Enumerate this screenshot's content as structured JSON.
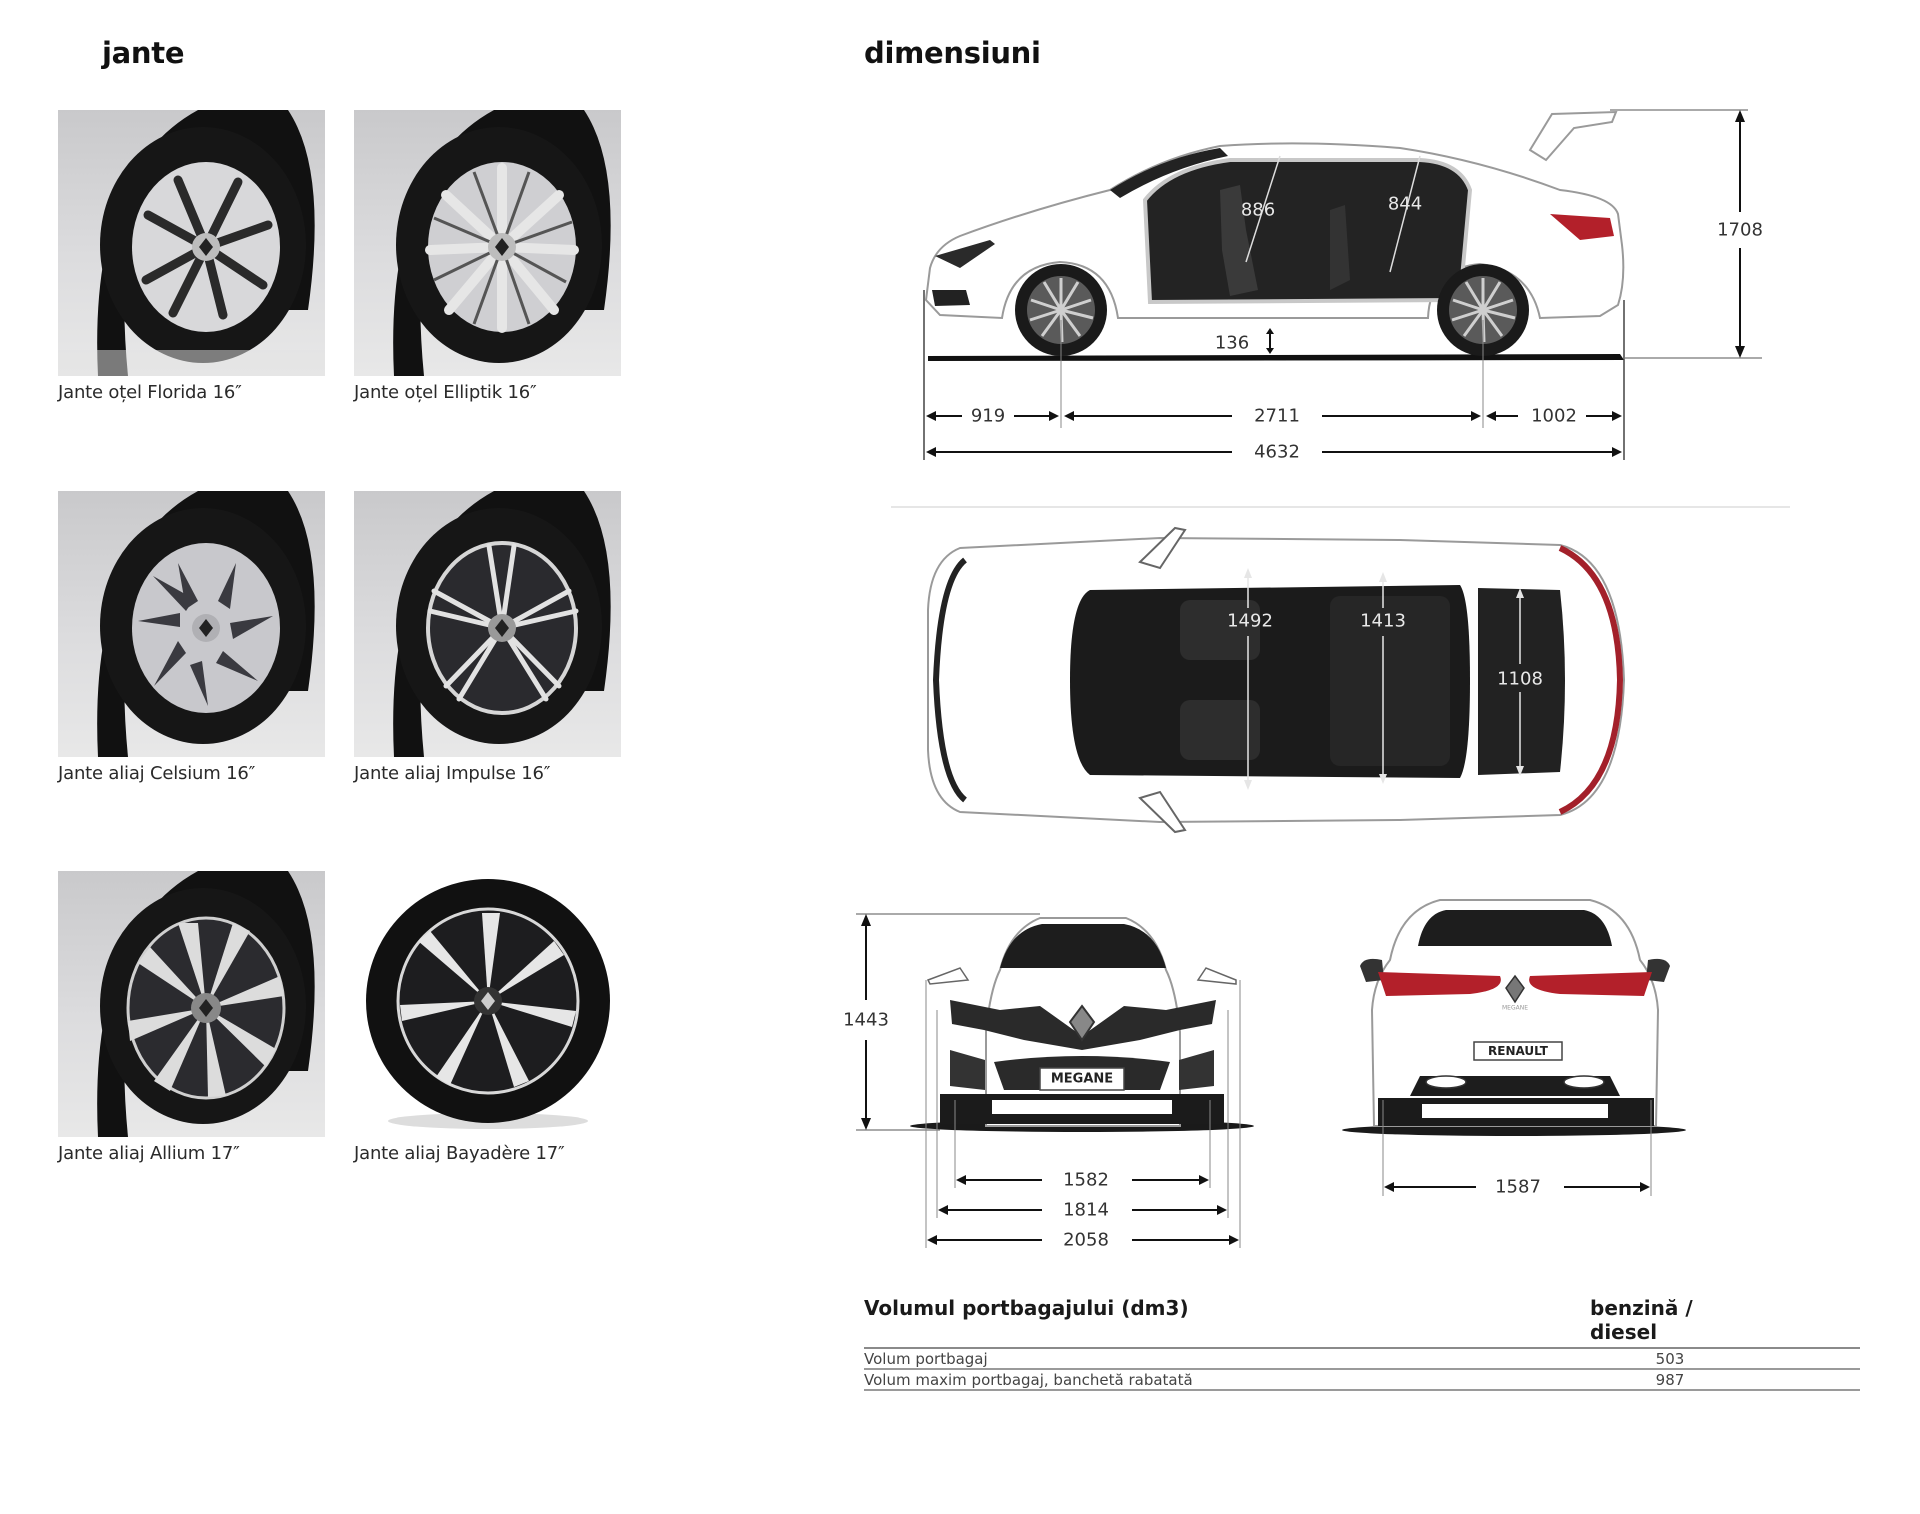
{
  "sections": {
    "wheels_title": "jante",
    "dimensions_title": "dimensiuni"
  },
  "wheels": [
    {
      "caption": "Jante oțel Florida 16″",
      "style": "steel-florida"
    },
    {
      "caption": "Jante oțel Elliptik 16″",
      "style": "steel-elliptik"
    },
    {
      "caption": "Jante aliaj Celsium 16″",
      "style": "alloy-celsium"
    },
    {
      "caption": "Jante aliaj Impulse 16″",
      "style": "alloy-impulse"
    },
    {
      "caption": "Jante aliaj Allium 17″",
      "style": "alloy-allium"
    },
    {
      "caption": "Jante aliaj Bayadère 17″",
      "style": "alloy-bayadere"
    }
  ],
  "dimensions": {
    "side_view": {
      "front_headroom": "886",
      "rear_headroom": "844",
      "ground_clearance": "136",
      "height_tailgate_open": "1708",
      "front_overhang": "919",
      "wheelbase": "2711",
      "rear_overhang": "1002",
      "overall_length": "4632"
    },
    "top_view": {
      "front_elbow_width": "1492",
      "rear_elbow_width": "1413",
      "trunk_width": "1108"
    },
    "front_view": {
      "height": "1443",
      "front_track": "1582",
      "width_without_mirrors": "1814",
      "width_with_mirrors": "2058",
      "plate_text": "MEGANE"
    },
    "rear_view": {
      "rear_track": "1587",
      "plate_text": "RENAULT",
      "badge_text": "MEGANE"
    }
  },
  "trunk_table": {
    "header_label": "Volumul portbagajului (dm3)",
    "header_value": "benzină / diesel",
    "rows": [
      {
        "label": "Volum portbagaj",
        "value": "503"
      },
      {
        "label": "Volum maxim portbagaj, banchetă rabatată",
        "value": "987"
      }
    ]
  },
  "colors": {
    "text": "#1a1a1a",
    "car_body": "#ffffff",
    "interior": "#1c1c1c",
    "tail_light": "#b3202a",
    "divider": "#e6e6e6"
  }
}
